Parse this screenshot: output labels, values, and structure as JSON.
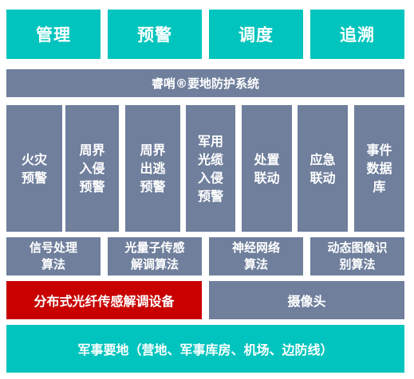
{
  "top_buttons": [
    "管理",
    "预警",
    "调度",
    "追溯"
  ],
  "system_title": "睿哨®要地防护系统",
  "modules": [
    "火灾\n预警",
    "周界\n入侵\n预警",
    "周界\n出逃\n预警",
    "军用\n光缆\n入侵\n预警",
    "处置\n联动",
    "应急\n联动",
    "事件\n数据\n库"
  ],
  "algorithms": [
    "信号处理\n算法",
    "光量子传感\n解调算法",
    "神经网络\n算法",
    "动态图像识\n别算法"
  ],
  "devices": {
    "fiber_device": "分布式光纤传感解调设备",
    "camera": "摄像头"
  },
  "base": "军事要地（营地、军事库房、机场、边防线）",
  "colors": {
    "teal": "#00c4bd",
    "slate": "#6f7f9c",
    "red": "#c80000"
  }
}
